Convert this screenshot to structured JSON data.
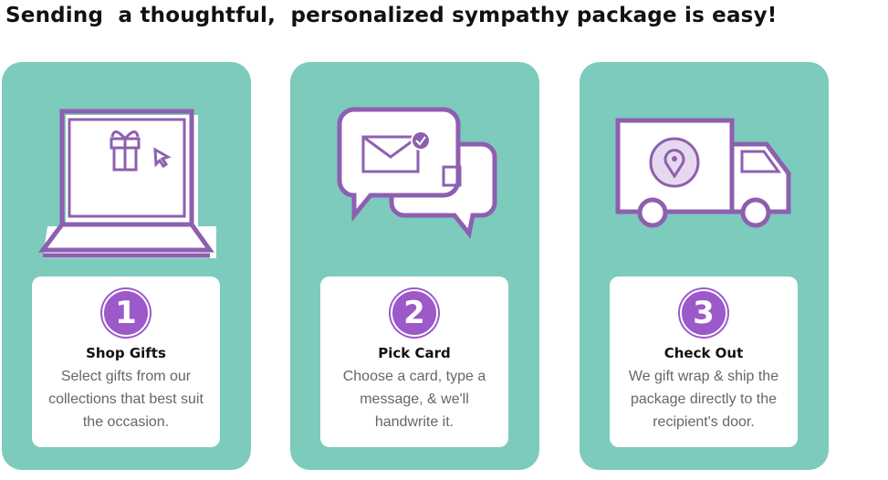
{
  "title": "Sending  a thoughtful,  personalized sympathy package is easy!",
  "steps": [
    {
      "number": "1",
      "heading": "Shop Gifts",
      "description": "Select gifts from our collections that best suit the occasion.",
      "icon": "laptop-gift-icon"
    },
    {
      "number": "2",
      "heading": "Pick Card",
      "description": "Choose a card, type a message, & we'll handwrite it.",
      "icon": "message-card-icon"
    },
    {
      "number": "3",
      "heading": "Check Out",
      "description": "We gift wrap & ship the package directly to the recipient's door.",
      "icon": "delivery-truck-icon"
    }
  ],
  "colors": {
    "teal": "#7ccbbd",
    "purple": "#8e5fb0",
    "badge": "#9b59c9"
  }
}
